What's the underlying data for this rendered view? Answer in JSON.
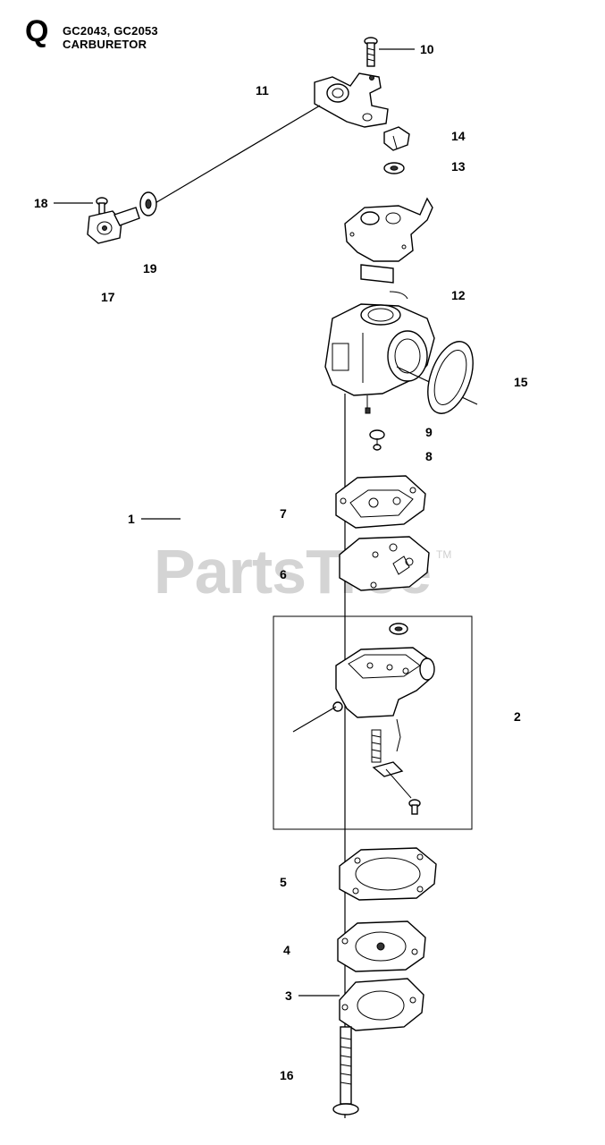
{
  "header": {
    "section_letter": "Q",
    "models": "GC2043, GC2053",
    "section_title": "CARBURETOR"
  },
  "watermark": {
    "brand": "PartsTree",
    "trademark": "TM"
  },
  "callouts": {
    "c1": "1",
    "c2": "2",
    "c3": "3",
    "c4": "4",
    "c5": "5",
    "c6": "6",
    "c7": "7",
    "c8": "8",
    "c9": "9",
    "c10": "10",
    "c11": "11",
    "c12": "12",
    "c13": "13",
    "c14": "14",
    "c15": "15",
    "c16": "16",
    "c17": "17",
    "c18": "18",
    "c19": "19"
  }
}
